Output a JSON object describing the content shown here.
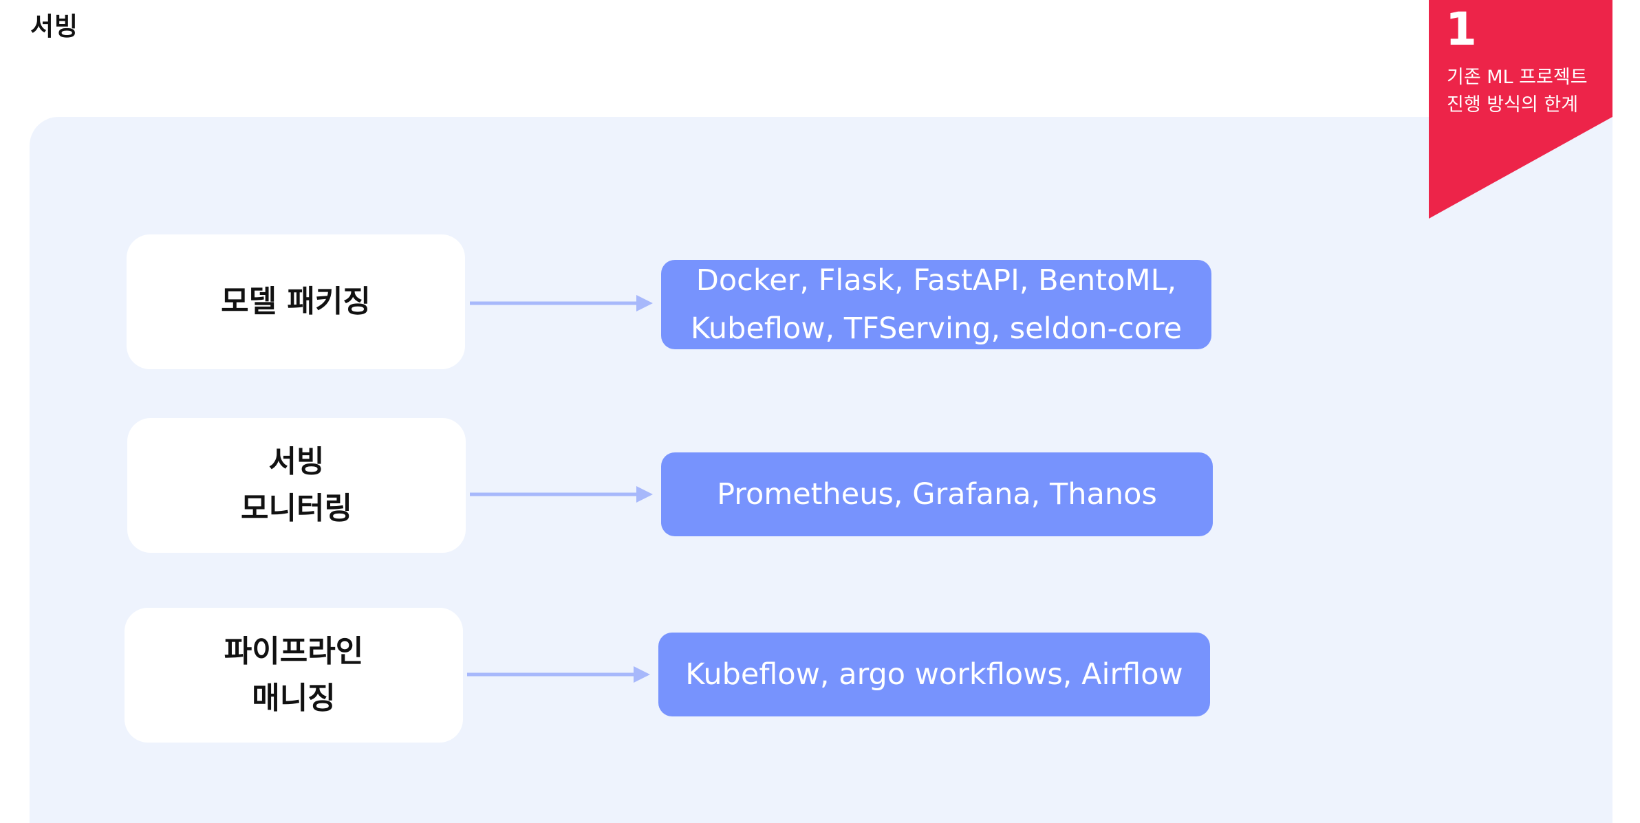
{
  "page": {
    "title": "서빙"
  },
  "badge": {
    "number": "1",
    "line1": "기존 ML 프로젝트",
    "line2": "진행 방식의 한계",
    "color": "#ed2449"
  },
  "rows": [
    {
      "label": "모델 패키징",
      "tools": "Docker, Flask, FastAPI, BentoML,\nKubeflow, TFServing, seldon-core"
    },
    {
      "label": "서빙\n모니터링",
      "tools": "Prometheus, Grafana, Thanos"
    },
    {
      "label": "파이프라인\n매니징",
      "tools": "Kubeflow, argo workflows, Airflow"
    }
  ],
  "colors": {
    "panel_background": "#eef3fd",
    "tools_box": "#7793fd",
    "arrow": "#a7b8fb"
  }
}
